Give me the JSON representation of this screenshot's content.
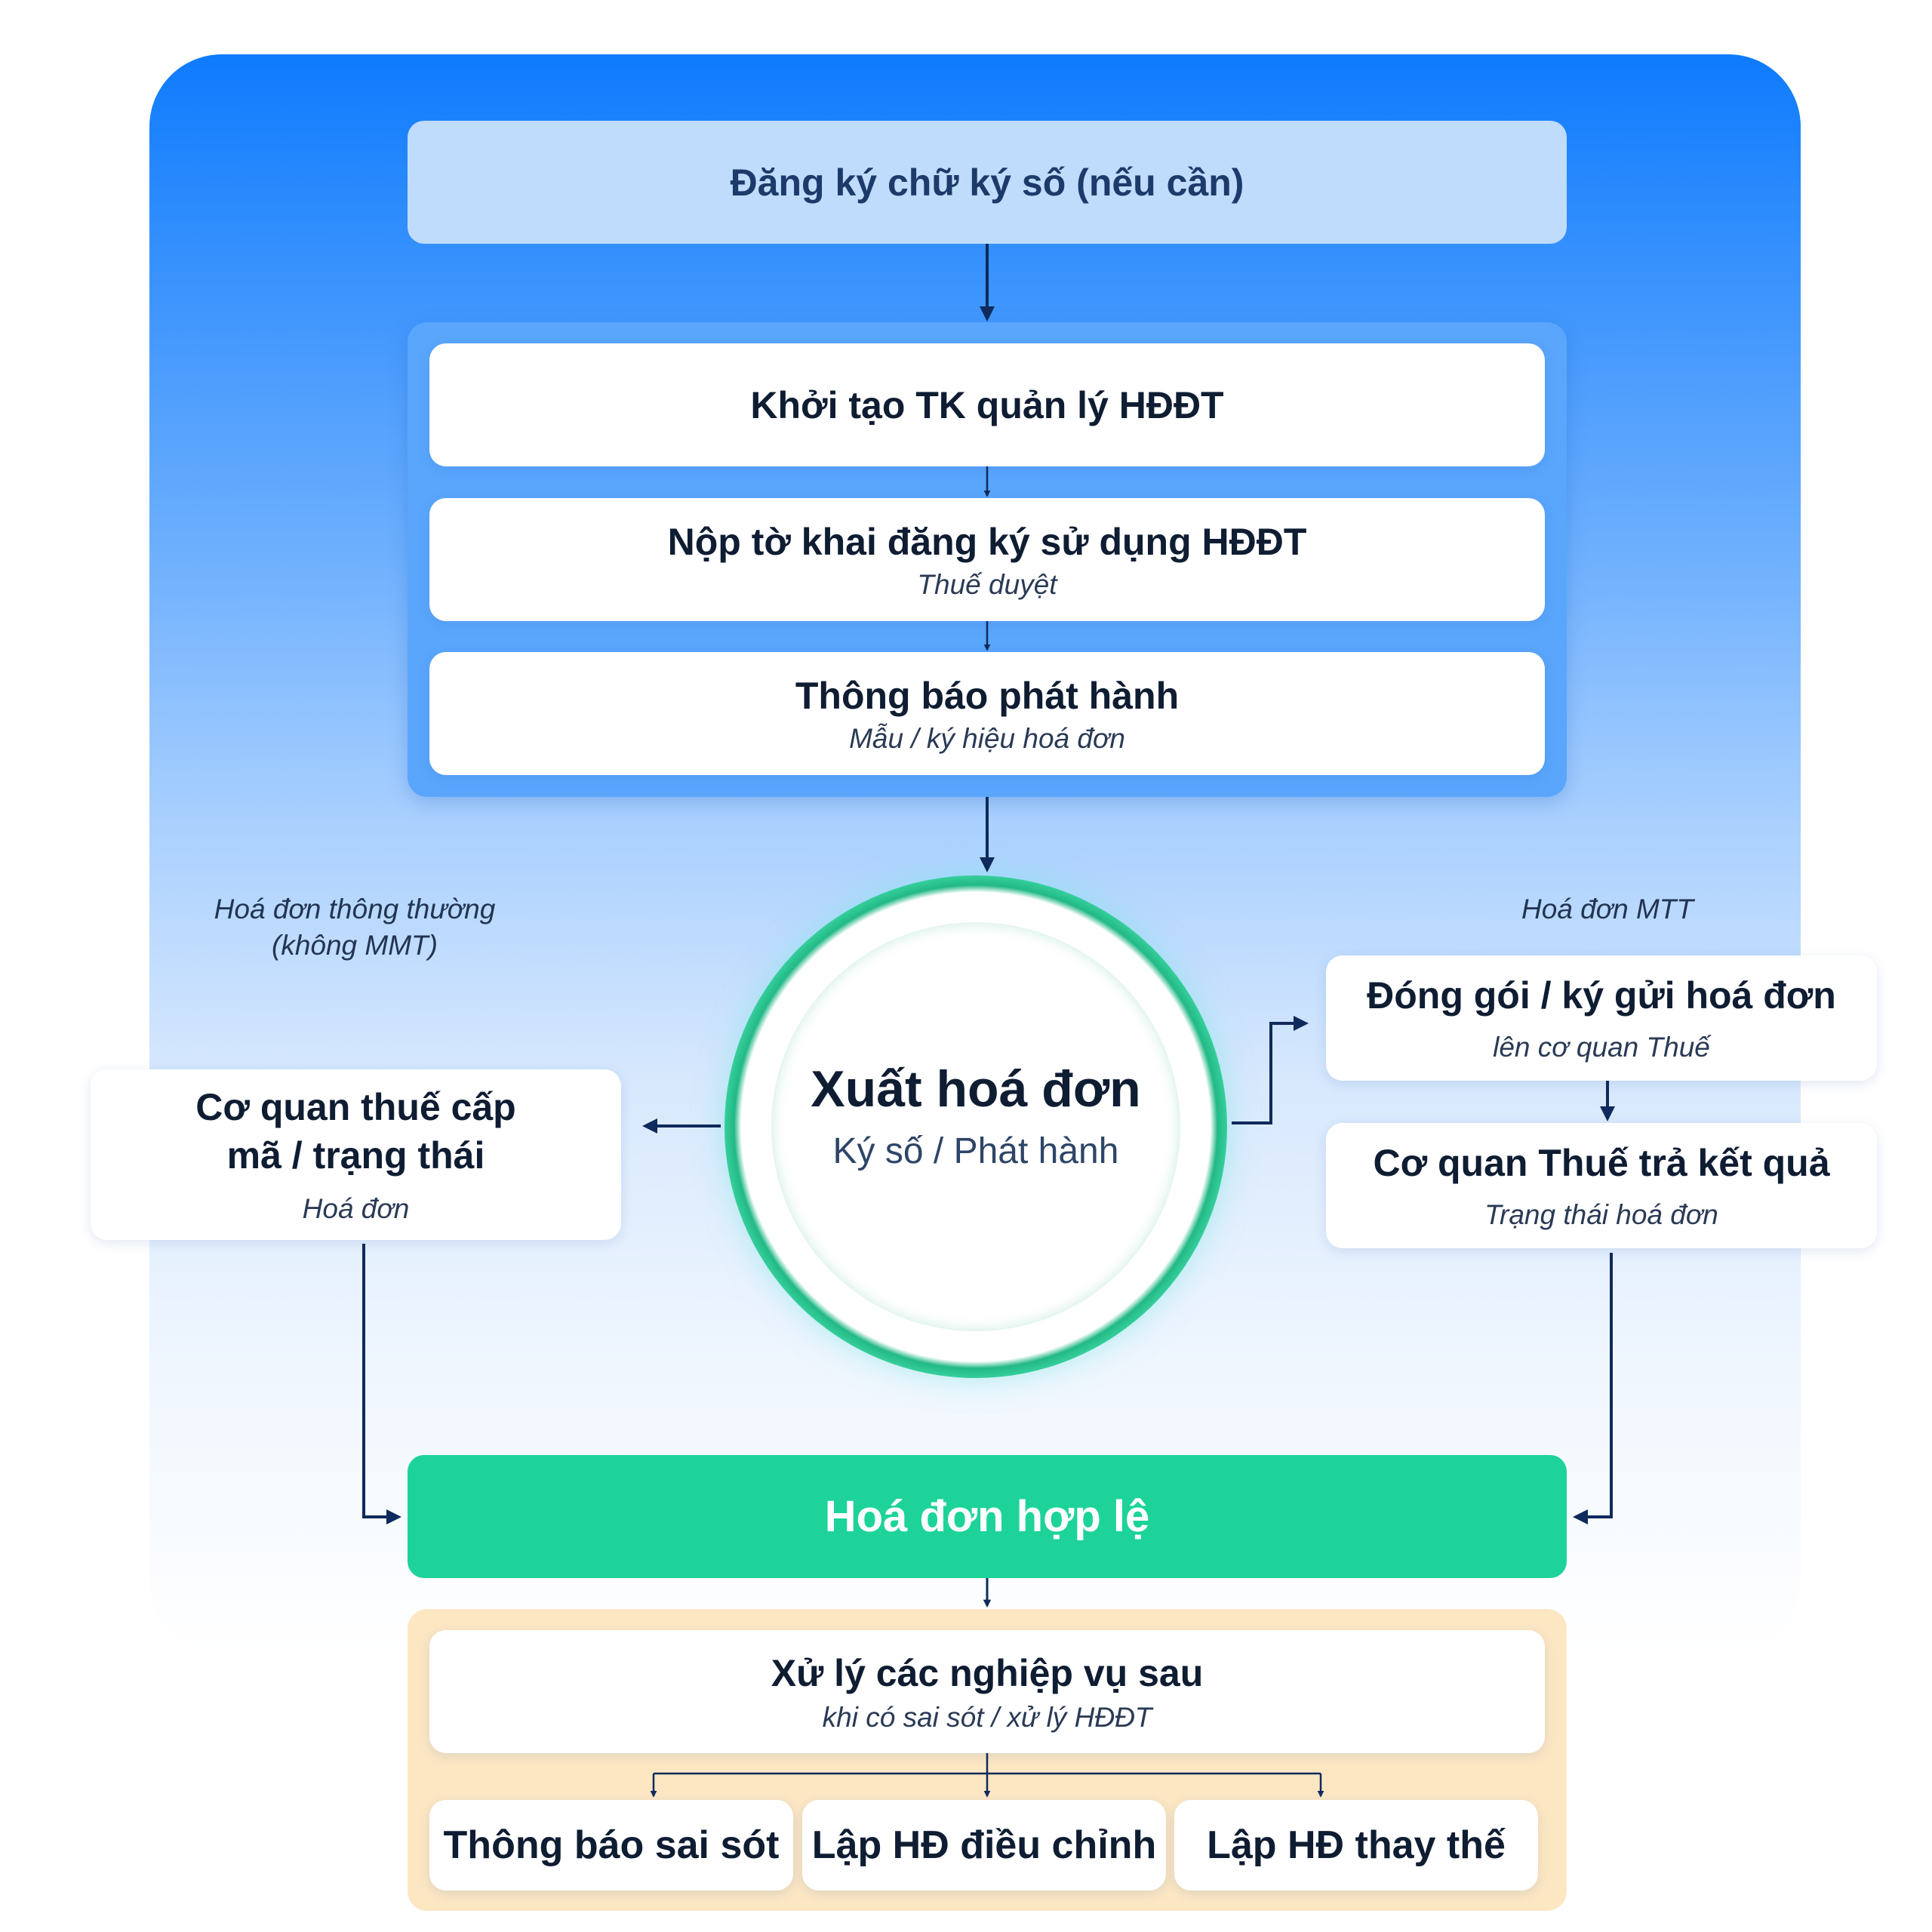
{
  "colors": {
    "gradient_top": "#0e7bfd",
    "arrow": "#0f2a5c",
    "step1_box": "#bfdcfd",
    "step_panel": "#5aa6fd",
    "hub_ring": "#2ecf9b",
    "valid_box": "#1dd39a",
    "bottom_panel": "#fde7c3"
  },
  "step1": {
    "title": "Đăng ký chữ ký số (nếu cần)"
  },
  "setup": {
    "create_account": {
      "title": "Khởi tạo TK quản lý HĐĐT"
    },
    "register": {
      "title": "Nộp tờ khai đăng ký sử dụng HĐĐT",
      "sub": "Thuế duyệt"
    },
    "notice": {
      "title": "Thông báo phát hành",
      "sub": "Mẫu / ký hiệu hoá đơn"
    }
  },
  "hub": {
    "title": "Xuất hoá đơn",
    "sub": "Ký số / Phát hành"
  },
  "left_branch": {
    "label_line1": "Hoá đơn thông thường",
    "label_line2": "(không MMT)",
    "card": {
      "title_line1": "Cơ quan thuế cấp",
      "title_line2": "mã / trạng thái",
      "sub": "Hoá đơn"
    }
  },
  "right_branch": {
    "label": "Hoá đơn MTT",
    "package": {
      "title": "Đóng gói / ký gửi hoá đơn",
      "sub": "lên cơ quan Thuế"
    },
    "result": {
      "title": "Cơ quan Thuế trả kết quả",
      "sub": "Trạng thái hoá đơn"
    }
  },
  "valid": {
    "title": "Hoá đơn hợp lệ"
  },
  "post": {
    "title": "Xử lý các nghiệp vụ sau",
    "sub": "khi có sai sót / xử lý HĐĐT",
    "items": [
      "Thông báo sai sót",
      "Lập HĐ điều chỉnh",
      "Lập HĐ thay thế"
    ]
  }
}
